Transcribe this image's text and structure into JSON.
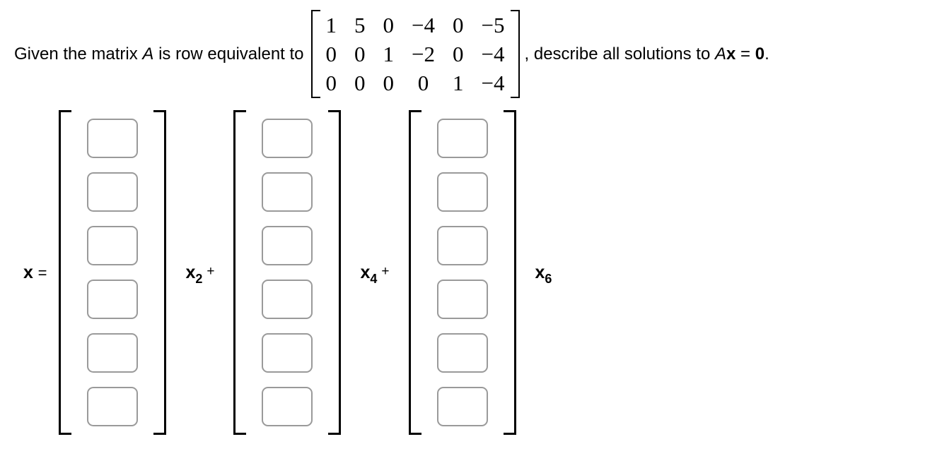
{
  "statement": {
    "prefix": "Given the matrix ",
    "matrix_symbol": "A",
    "middle": " is row equivalent to",
    "comma": ", ",
    "describe": "describe all solutions to ",
    "eq_matrix": "A",
    "eq_vector": "x",
    "eq_sign": " = ",
    "eq_zero": "0",
    "period": "."
  },
  "matrix": {
    "rows": [
      [
        "1",
        "5",
        "0",
        "−4",
        "0",
        "−5"
      ],
      [
        "0",
        "0",
        "1",
        "−2",
        "0",
        "−4"
      ],
      [
        "0",
        "0",
        "0",
        "0",
        "1",
        "−4"
      ]
    ]
  },
  "answer": {
    "x_label": "x",
    "equals": "=",
    "vector_size": 6,
    "vectors": [
      {
        "entries": [
          "",
          "",
          "",
          "",
          "",
          ""
        ]
      },
      {
        "entries": [
          "",
          "",
          "",
          "",
          "",
          ""
        ]
      },
      {
        "entries": [
          "",
          "",
          "",
          "",
          "",
          ""
        ]
      }
    ],
    "terms": [
      {
        "variable": "x",
        "subscript": "2",
        "operator": "+"
      },
      {
        "variable": "x",
        "subscript": "4",
        "operator": "+"
      },
      {
        "variable": "x",
        "subscript": "6",
        "operator": ""
      }
    ]
  },
  "colors": {
    "text": "#000000",
    "bracket": "#000000",
    "input_border": "#9a9a9a",
    "background": "#ffffff"
  }
}
